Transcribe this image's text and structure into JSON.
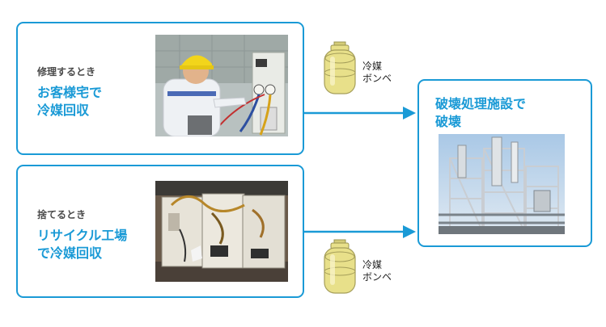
{
  "panels": [
    {
      "caption": "修理するとき",
      "title_lines": [
        "お客様宅で",
        "冷媒回収"
      ]
    },
    {
      "caption": "捨てるとき",
      "title_lines": [
        "リサイクル工場",
        "で冷媒回収"
      ]
    }
  ],
  "destination": {
    "title_lines": [
      "破壊処理施設で",
      "破壊"
    ]
  },
  "cylinders": [
    {
      "label_lines": [
        "冷媒",
        "ボンベ"
      ]
    },
    {
      "label_lines": [
        "冷媒",
        "ボンベ"
      ]
    }
  ],
  "colors": {
    "accent": "#1a9ad6",
    "cylinder": "#e8e08a"
  }
}
